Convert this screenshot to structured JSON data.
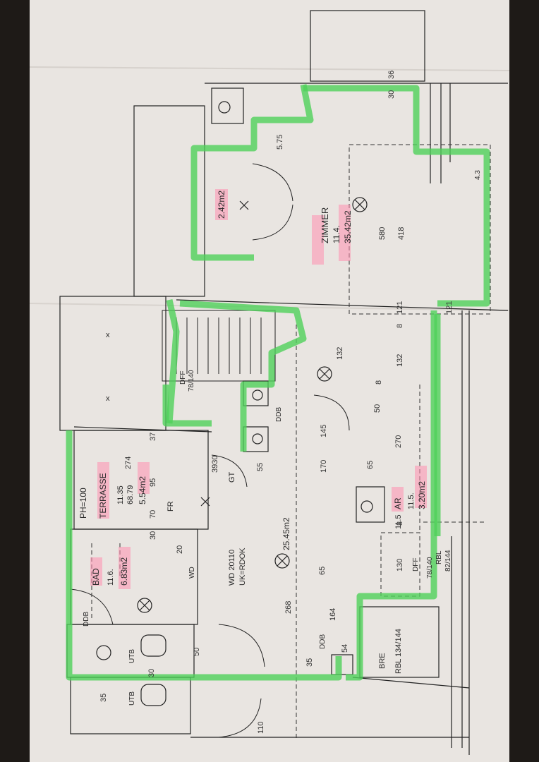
{
  "rooms": {
    "zimmer": {
      "name": "ZIMMER",
      "num": "11.4.",
      "area": "35.42m2",
      "dim_a": "580",
      "dim_b": "418"
    },
    "storage": {
      "area": "2.42m2"
    },
    "terrasse": {
      "ph": "PH=100",
      "name": "TERRASSE",
      "level": "11.35",
      "level2": "68.79",
      "area": "5.54m2"
    },
    "bad": {
      "name": "BAD",
      "num": "11.6.",
      "area": "6.83m2"
    },
    "ar": {
      "name": "AR",
      "num": "11.5.",
      "area": "3.20m2"
    },
    "wd": {
      "line1": "WD 20110",
      "line2": "UK=RDOK"
    },
    "hall": {
      "area": "25.45m2"
    }
  },
  "labels": {
    "fr": "FR",
    "gt": "GT",
    "ddb1": "DDB",
    "ddb2": "DDB",
    "ddb3": "DDB",
    "utb1": "UTB",
    "utb2": "UTB",
    "dfe": "DFF",
    "dfe_dim": "78/140",
    "dfe_top": "DFF",
    "dfe_top_dim": "78/140",
    "rbl": "RBL",
    "rbl_dim": "82/144",
    "bre": "BRE",
    "bre_dim": "RBL 134/144",
    "wd_small": "WD",
    "x1": "x",
    "x2": "x",
    "sym_43": "4.3"
  },
  "dimensions": [
    "30",
    "36",
    "5.75",
    "132",
    "132",
    "8",
    "50",
    "145",
    "270",
    "65",
    "170",
    "55",
    "3930",
    "274",
    "37",
    "95",
    "70",
    "30",
    "20",
    "11.5",
    "130",
    "8",
    "268",
    "65",
    "164",
    "54",
    "35",
    "50",
    "30",
    "35",
    "110",
    "121",
    "8",
    "121"
  ]
}
